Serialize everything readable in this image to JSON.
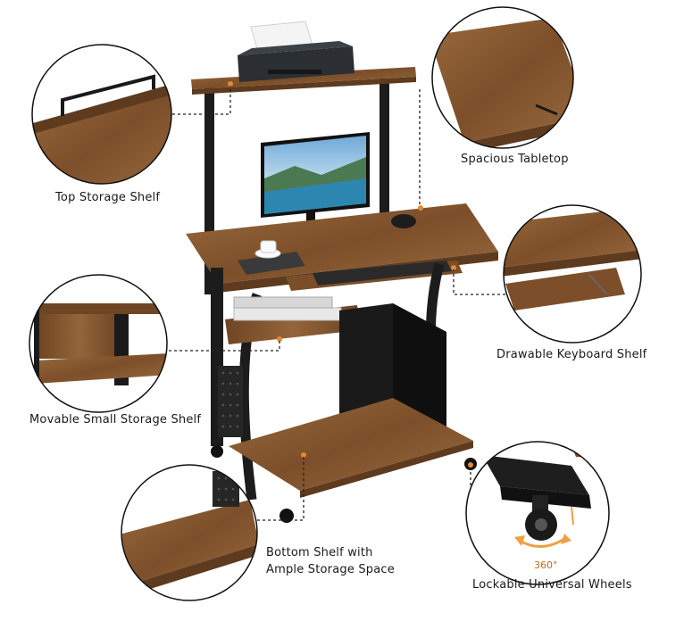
{
  "features": {
    "top_shelf": "Top Storage Shelf",
    "tabletop": "Spacious Tabletop",
    "keyboard_shelf": "Drawable Keyboard Shelf",
    "small_shelf": "Movable Small Storage Shelf",
    "bottom_shelf_line1": "Bottom Shelf with",
    "bottom_shelf_line2": "Ample Storage Space",
    "wheels": "Lockable Universal Wheels",
    "rotation": "360°"
  },
  "colors": {
    "wood": "#8a5a32",
    "wood_dark": "#5e3b1f",
    "frame": "#1c1c1c",
    "accent_dot": "#e8892b",
    "arrow": "#f0a040"
  }
}
